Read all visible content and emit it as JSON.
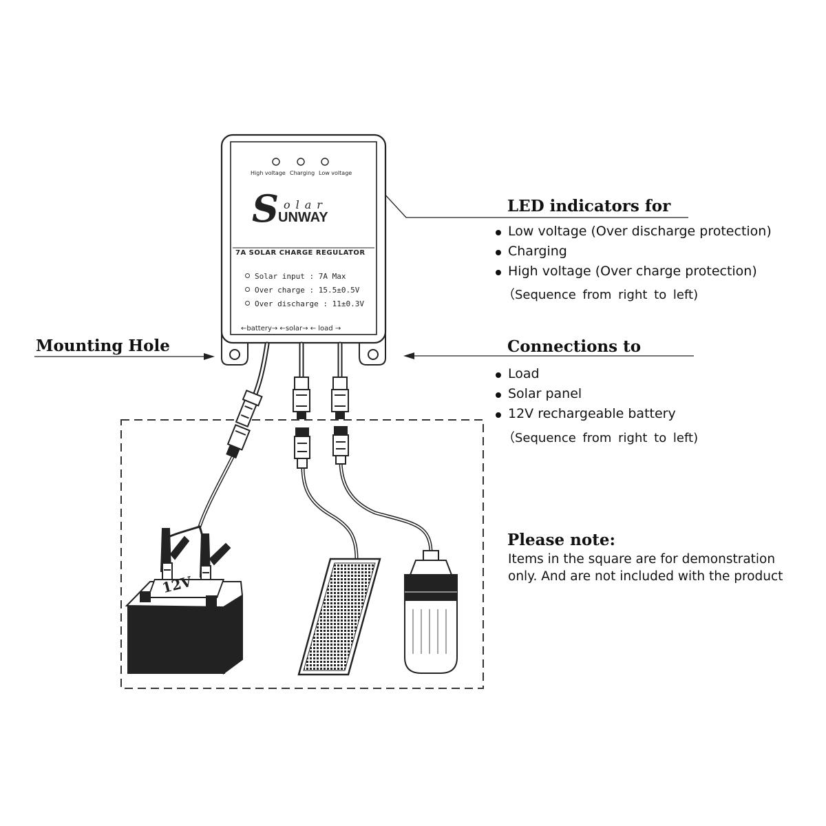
{
  "device": {
    "leds": [
      "High voltage",
      "Charging",
      "Low voltage"
    ],
    "brand_script": "olar",
    "brand_main": "unway",
    "model": "7A SOLAR CHARGE REGULATOR",
    "specs": [
      "Solar input : 7A Max",
      "Over charge : 15.5±0.5V",
      "Over discharge : 11±0.3V"
    ],
    "ports": "←battery→  ←solar→  ← load →"
  },
  "battery_label": "12V",
  "labels": {
    "mounting_hole": "Mounting Hole",
    "led_title": "LED indicators for",
    "led_items": [
      "Low voltage (Over discharge protection)",
      "Charging",
      "High voltage (Over charge protection)"
    ],
    "led_sequence": "（Sequence from right to left)",
    "conn_title": "Connections to",
    "conn_items": [
      "Load",
      "Solar panel",
      "12V rechargeable battery"
    ],
    "conn_sequence": "（Sequence from right to left)"
  },
  "note": {
    "title": "Please note:",
    "line1": "Items in the square are for demonstration",
    "line2": "only. And are not included with the product"
  }
}
